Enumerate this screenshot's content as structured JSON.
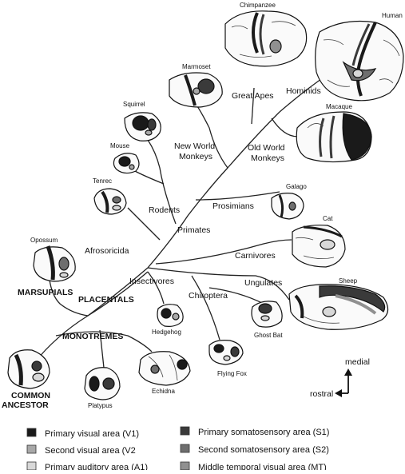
{
  "species": {
    "chimpanzee": "Chimpanzee",
    "human": "Human",
    "marmoset": "Marmoset",
    "macaque": "Macaque",
    "squirrel": "Squirrel",
    "mouse": "Mouse",
    "tenrec": "Tenrec",
    "galago": "Galago",
    "cat": "Cat",
    "opossum": "Opossum",
    "sheep": "Sheep",
    "hedgehog": "Hedgehog",
    "ghost_bat": "Ghost Bat",
    "flying_fox": "Flying Fox",
    "platypus": "Platypus",
    "echidna": "Echidna"
  },
  "groups": {
    "great_apes": "Great Apes",
    "hominids": "Hominids",
    "new_world_1": "New World",
    "new_world_2": "Monkeys",
    "old_world_1": "Old World",
    "old_world_2": "Monkeys",
    "rodents": "Rodents",
    "prosimians": "Prosimians",
    "primates": "Primates",
    "afrosoricida": "Afrosoricida",
    "carnivores": "Carnivores",
    "insectivores": "Insectivores",
    "ungulates": "Ungulates",
    "chiroptera": "Chiroptera",
    "marsupials": "MARSUPIALS",
    "placentals": "PLACENTALS",
    "monotremes": "MONOTREMES",
    "common_1": "COMMON",
    "common_2": "ANCESTOR"
  },
  "orientation": {
    "medial": "medial",
    "rostral": "rostral"
  },
  "legend": [
    {
      "label": "Primary visual area (V1)",
      "color": "#1a1a1a"
    },
    {
      "label": "Second visual area (V2",
      "color": "#a8a8a8"
    },
    {
      "label": "Primary auditory area (A1)",
      "color": "#d8d8d8"
    },
    {
      "label": "Primary somatosensory area (S1)",
      "color": "#3a3a3a"
    },
    {
      "label": "Second somatosensory area (S2)",
      "color": "#6e6e6e"
    },
    {
      "label": "Middle temporal visual area (MT)",
      "color": "#909090"
    }
  ],
  "colors": {
    "v1": "#1a1a1a",
    "v2": "#a8a8a8",
    "a1": "#d8d8d8",
    "s1": "#3a3a3a",
    "s2": "#6e6e6e",
    "mt": "#909090"
  }
}
